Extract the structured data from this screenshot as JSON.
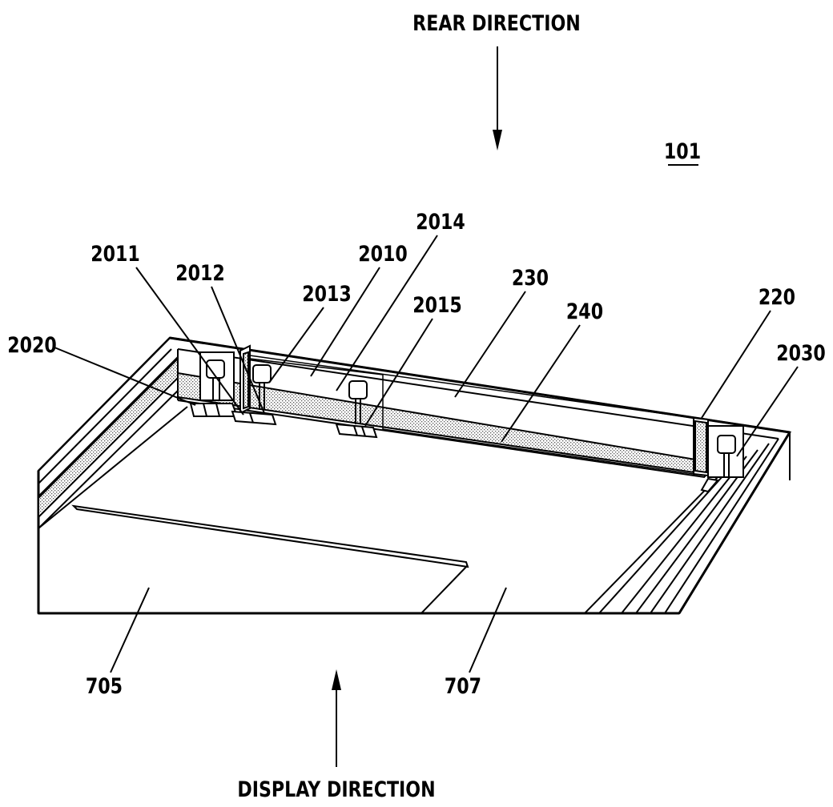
{
  "directions": {
    "rear": "REAR DIRECTION",
    "display": "DISPLAY DIRECTION"
  },
  "figure_ref": "101",
  "labels": {
    "l2020": "2020",
    "l2011": "2011",
    "l2012": "2012",
    "l2013": "2013",
    "l2010": "2010",
    "l2014": "2014",
    "l2015": "2015",
    "l230": "230",
    "l240": "240",
    "l220": "220",
    "l2030": "2030",
    "l705": "705",
    "l707": "707"
  }
}
